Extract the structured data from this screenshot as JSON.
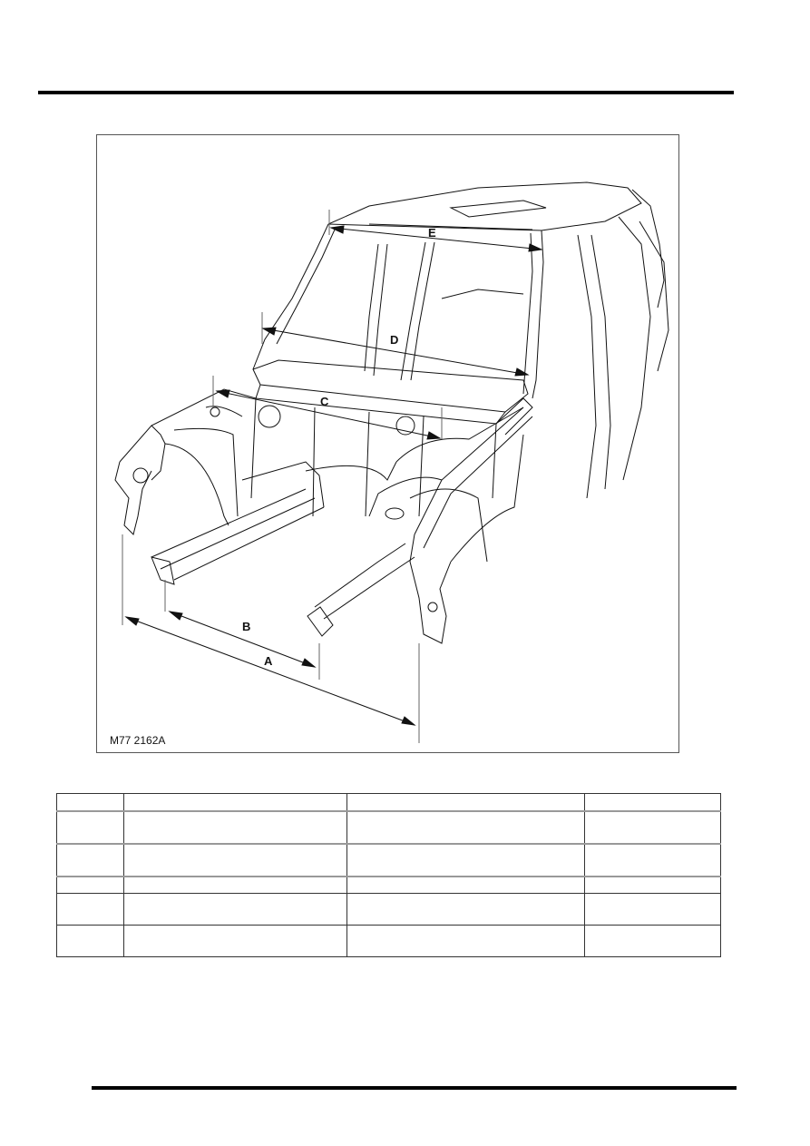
{
  "page": {
    "figure": {
      "id_label": "M77 2162A",
      "dimension_labels": [
        "A",
        "B",
        "C",
        "D",
        "E"
      ],
      "subject": "vehicle body shell isometric line drawing with dimension arrows"
    },
    "table": {
      "columns": 4,
      "rows": [
        [
          "",
          "",
          "",
          ""
        ],
        [
          "",
          "",
          "",
          ""
        ],
        [
          "",
          "",
          "",
          ""
        ],
        [
          "",
          "",
          "",
          ""
        ],
        [
          "",
          "",
          "",
          ""
        ],
        [
          "",
          "",
          "",
          ""
        ]
      ]
    }
  }
}
